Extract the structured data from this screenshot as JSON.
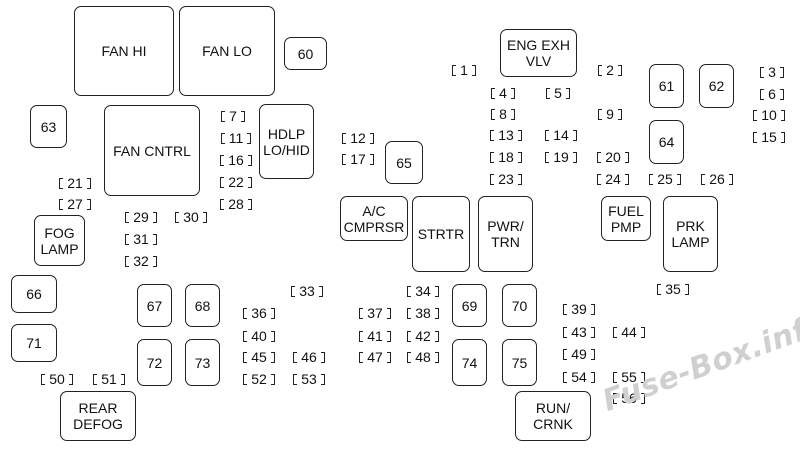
{
  "relays": [
    {
      "id": "fan-hi",
      "label": "FAN HI"
    },
    {
      "id": "fan-lo",
      "label": "FAN LO"
    },
    {
      "id": "60",
      "label": "60"
    },
    {
      "id": "63",
      "label": "63"
    },
    {
      "id": "fan-cntrl",
      "label": "FAN CNTRL"
    },
    {
      "id": "hdlp",
      "label": "HDLP\nLO/HID"
    },
    {
      "id": "eng-exh",
      "label": "ENG EXH\nVLV"
    },
    {
      "id": "61",
      "label": "61"
    },
    {
      "id": "62",
      "label": "62"
    },
    {
      "id": "64",
      "label": "64"
    },
    {
      "id": "65",
      "label": "65"
    },
    {
      "id": "ac",
      "label": "A/C\nCMPRSR"
    },
    {
      "id": "strtr",
      "label": "STRTR"
    },
    {
      "id": "pwr-trn",
      "label": "PWR/\nTRN"
    },
    {
      "id": "fuel-pmp",
      "label": "FUEL\nPMP"
    },
    {
      "id": "prk-lamp",
      "label": "PRK\nLAMP"
    },
    {
      "id": "fog-lamp",
      "label": "FOG\nLAMP"
    },
    {
      "id": "66",
      "label": "66"
    },
    {
      "id": "71",
      "label": "71"
    },
    {
      "id": "67",
      "label": "67"
    },
    {
      "id": "68",
      "label": "68"
    },
    {
      "id": "72",
      "label": "72"
    },
    {
      "id": "73",
      "label": "73"
    },
    {
      "id": "69",
      "label": "69"
    },
    {
      "id": "70",
      "label": "70"
    },
    {
      "id": "74",
      "label": "74"
    },
    {
      "id": "75",
      "label": "75"
    },
    {
      "id": "rear-defog",
      "label": "REAR\nDEFOG"
    },
    {
      "id": "run-crnk",
      "label": "RUN/\nCRNK"
    }
  ],
  "fuses": [
    "1",
    "2",
    "3",
    "4",
    "5",
    "6",
    "7",
    "8",
    "9",
    "10",
    "11",
    "12",
    "13",
    "14",
    "15",
    "16",
    "17",
    "18",
    "19",
    "20",
    "21",
    "22",
    "23",
    "24",
    "25",
    "26",
    "27",
    "28",
    "29",
    "30",
    "31",
    "32",
    "33",
    "34",
    "35",
    "36",
    "37",
    "38",
    "39",
    "40",
    "41",
    "42",
    "43",
    "44",
    "45",
    "46",
    "47",
    "48",
    "49",
    "50",
    "51",
    "52",
    "53",
    "54",
    "55",
    "56"
  ],
  "watermark": "Fuse-Box.info",
  "colors": {
    "line": "#222222",
    "background": "#ffffff",
    "watermark": "#d0d0d0"
  }
}
